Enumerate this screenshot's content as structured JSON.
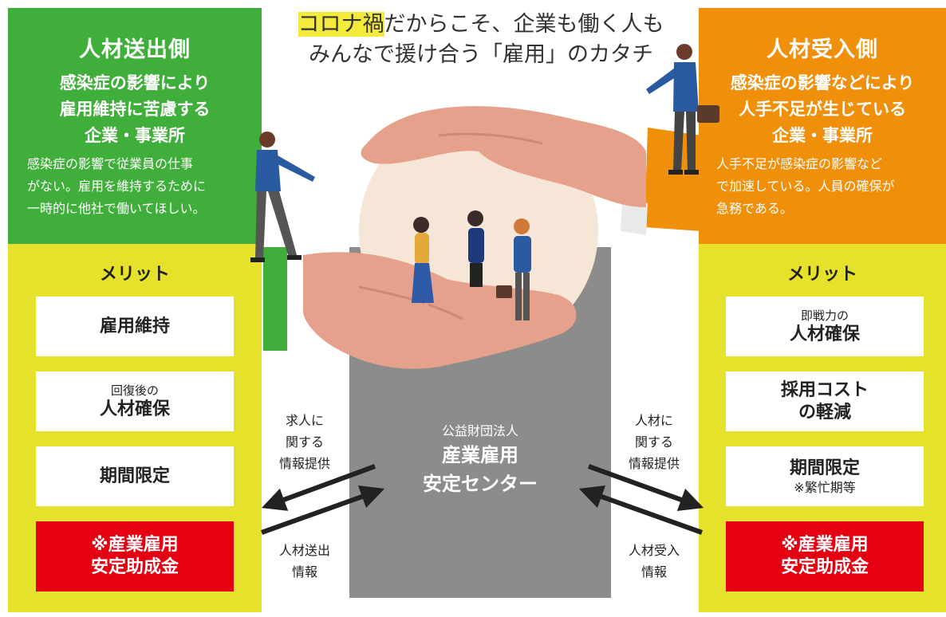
{
  "headline": {
    "highlight": "コロナ禍",
    "line1_rest": "だからこそ、企業も働く人も",
    "line2": "みんなで援け合う「雇用」のカタチ"
  },
  "left": {
    "title": "人材送出側",
    "subtitle": [
      "感染症の影響により",
      "雇用維持に苦慮する",
      "企業・事業所"
    ],
    "description": [
      "感染症の影響で従業員の仕事",
      "がない。雇用を維持するために",
      "一時的に他社で働いてほしい。"
    ],
    "merit_title": "メリット",
    "merits": [
      {
        "big": "雇用維持"
      },
      {
        "small": "回復後の",
        "big": "人材確保"
      },
      {
        "big": "期間限定"
      }
    ],
    "subsidy": [
      "※産業雇用",
      "安定助成金"
    ]
  },
  "right": {
    "title": "人材受入側",
    "subtitle": [
      "感染症の影響などにより",
      "人手不足が生じている",
      "企業・事業所"
    ],
    "description": [
      "人手不足が感染症の影響など",
      "で加速している。人員の確保が",
      "急務である。"
    ],
    "merit_title": "メリット",
    "merits": [
      {
        "small": "即戦力の",
        "big": "人材確保"
      },
      {
        "big_lines": [
          "採用コスト",
          "の軽減"
        ]
      },
      {
        "big": "期間限定",
        "note": "※繁忙期等"
      }
    ],
    "subsidy": [
      "※産業雇用",
      "安定助成金"
    ]
  },
  "center": {
    "org_small": "公益財団法人",
    "org_big": [
      "産業雇用",
      "安定センター"
    ]
  },
  "flows": {
    "left_top": [
      "求人に",
      "関する",
      "情報提供"
    ],
    "left_bottom": [
      "人材送出",
      "情報"
    ],
    "right_top": [
      "人材に",
      "関する",
      "情報提供"
    ],
    "right_bottom": [
      "人材受入",
      "情報"
    ]
  },
  "colors": {
    "green": "#3fae3a",
    "orange": "#ef8f0a",
    "yellow": "#e6e22b",
    "red": "#e50012",
    "gray": "#8c8c8c",
    "highlight": "#f3ea3b"
  }
}
